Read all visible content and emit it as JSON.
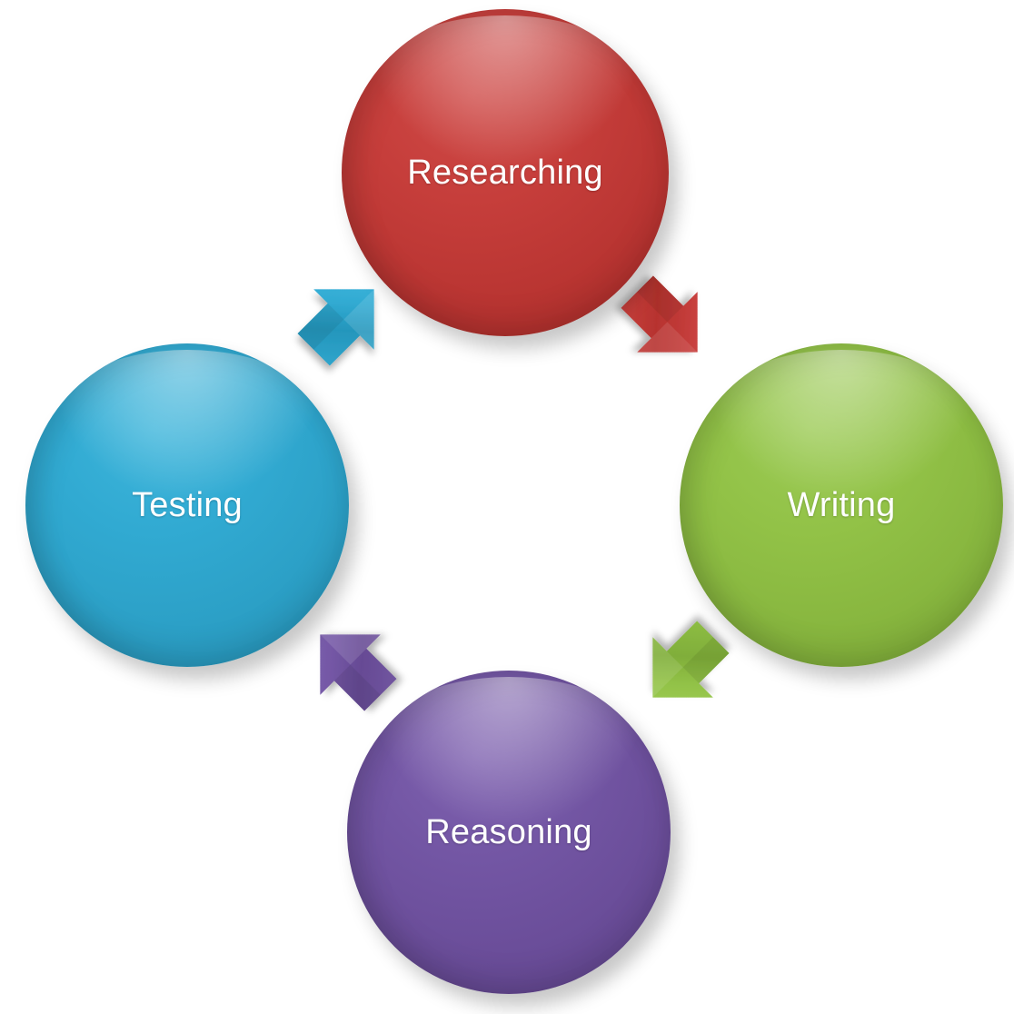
{
  "diagram": {
    "type": "cycle",
    "title": "",
    "node_count": 4,
    "nodes": [
      {
        "id": "researching",
        "label": "Researching",
        "color": "#C43A38",
        "position": "top",
        "order": 1
      },
      {
        "id": "writing",
        "label": "Writing",
        "color": "#92C247",
        "position": "right",
        "order": 2
      },
      {
        "id": "reasoning",
        "label": "Reasoning",
        "color": "#7356A4",
        "position": "bottom",
        "order": 3
      },
      {
        "id": "testing",
        "label": "Testing",
        "color": "#31AAD2",
        "position": "left",
        "order": 4
      }
    ],
    "arrows": [
      {
        "id": "researching-writing",
        "icon": "chevron-arrow-icon",
        "from": "Researching",
        "to": "Writing",
        "color": "#C43A38",
        "direction": "down-right"
      },
      {
        "id": "writing-reasoning",
        "icon": "chevron-arrow-icon",
        "from": "Writing",
        "to": "Reasoning",
        "color": "#92C247",
        "direction": "down-left"
      },
      {
        "id": "reasoning-testing",
        "icon": "chevron-arrow-icon",
        "from": "Reasoning",
        "to": "Testing",
        "color": "#7356A4",
        "direction": "up-left"
      },
      {
        "id": "testing-researching",
        "icon": "chevron-arrow-icon",
        "from": "Testing",
        "to": "Researching",
        "color": "#31AAD2",
        "direction": "up-right"
      }
    ],
    "background_color": "#FFFFFF",
    "label_color": "#FFFFFF"
  }
}
